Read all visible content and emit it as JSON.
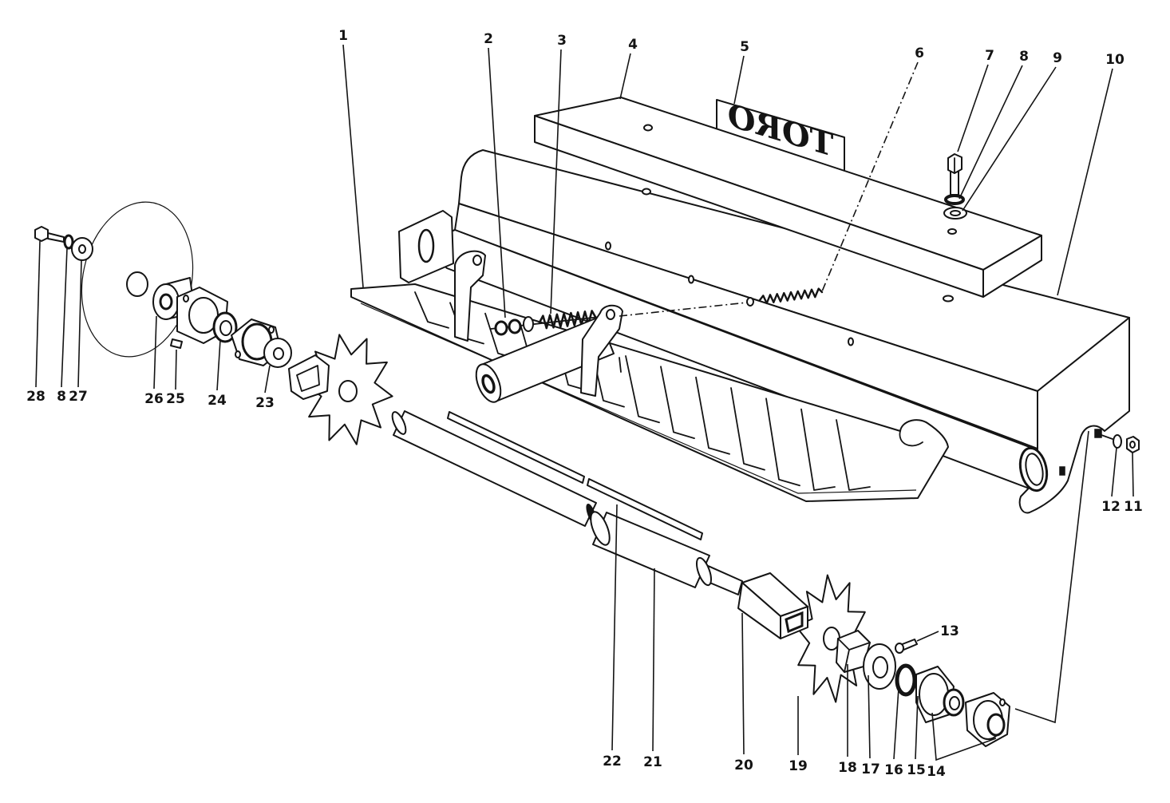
{
  "decal": {
    "text": "TORO"
  },
  "callouts": [
    "1",
    "2",
    "3",
    "4",
    "5",
    "6",
    "7",
    "8",
    "9",
    "10",
    "11",
    "12",
    "13",
    "14",
    "15",
    "16",
    "17",
    "18",
    "19",
    "20",
    "21",
    "22",
    "23",
    "24",
    "25",
    "26",
    "27",
    "28",
    "8"
  ]
}
